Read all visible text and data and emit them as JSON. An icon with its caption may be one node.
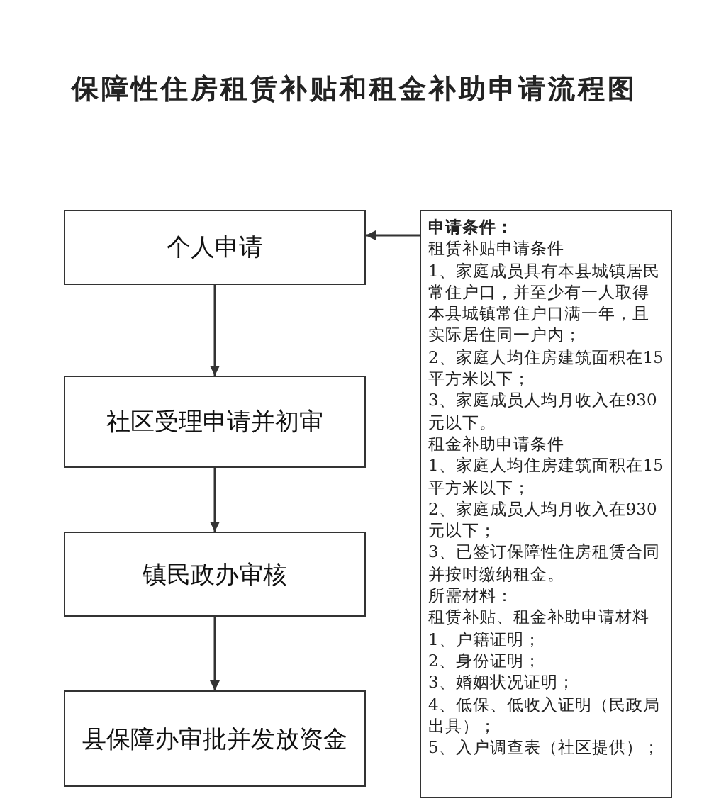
{
  "diagram": {
    "title": "保障性住房租赁补贴和租金补助申请流程图",
    "nodes": [
      {
        "text": [
          "个人申请"
        ]
      },
      {
        "text": [
          "社区受理申请并初审"
        ]
      },
      {
        "text": [
          "镇民政办审核"
        ]
      },
      {
        "text": [
          "县保障办审批并发放资金"
        ]
      },
      {
        "text": [
          "申请条件：",
          "租赁补贴申请条件",
          "1、家庭成员具有本县城镇居民常住户口，并至少有一人取得本县城镇常住户口满一年，且实际居住同一户内；",
          "2、家庭人均住房建筑面积在15平方米以下；",
          "3、家庭成员人均月收入在930元以下。",
          "租金补助申请条件",
          "1、家庭人均住房建筑面积在15平方米以下；",
          "2、家庭成员人均月收入在930元以下；",
          "3、已签订保障性住房租赁合同并按时缴纳租金。",
          "所需材料：",
          "租赁补贴、租金补助申请材料",
          "1、户籍证明；",
          "2、身份证明；",
          "3、婚姻状况证明；",
          "4、低保、低收入证明（民政局出具）；",
          "5、入户调查表（社区提供）；"
        ]
      }
    ],
    "edges": [
      {
        "from": 0,
        "to": 1,
        "arrow": "to"
      },
      {
        "from": 1,
        "to": 2,
        "arrow": "to"
      },
      {
        "from": 2,
        "to": 3,
        "arrow": "to"
      },
      {
        "from": 4,
        "to": 0,
        "arrow": "to"
      }
    ]
  }
}
